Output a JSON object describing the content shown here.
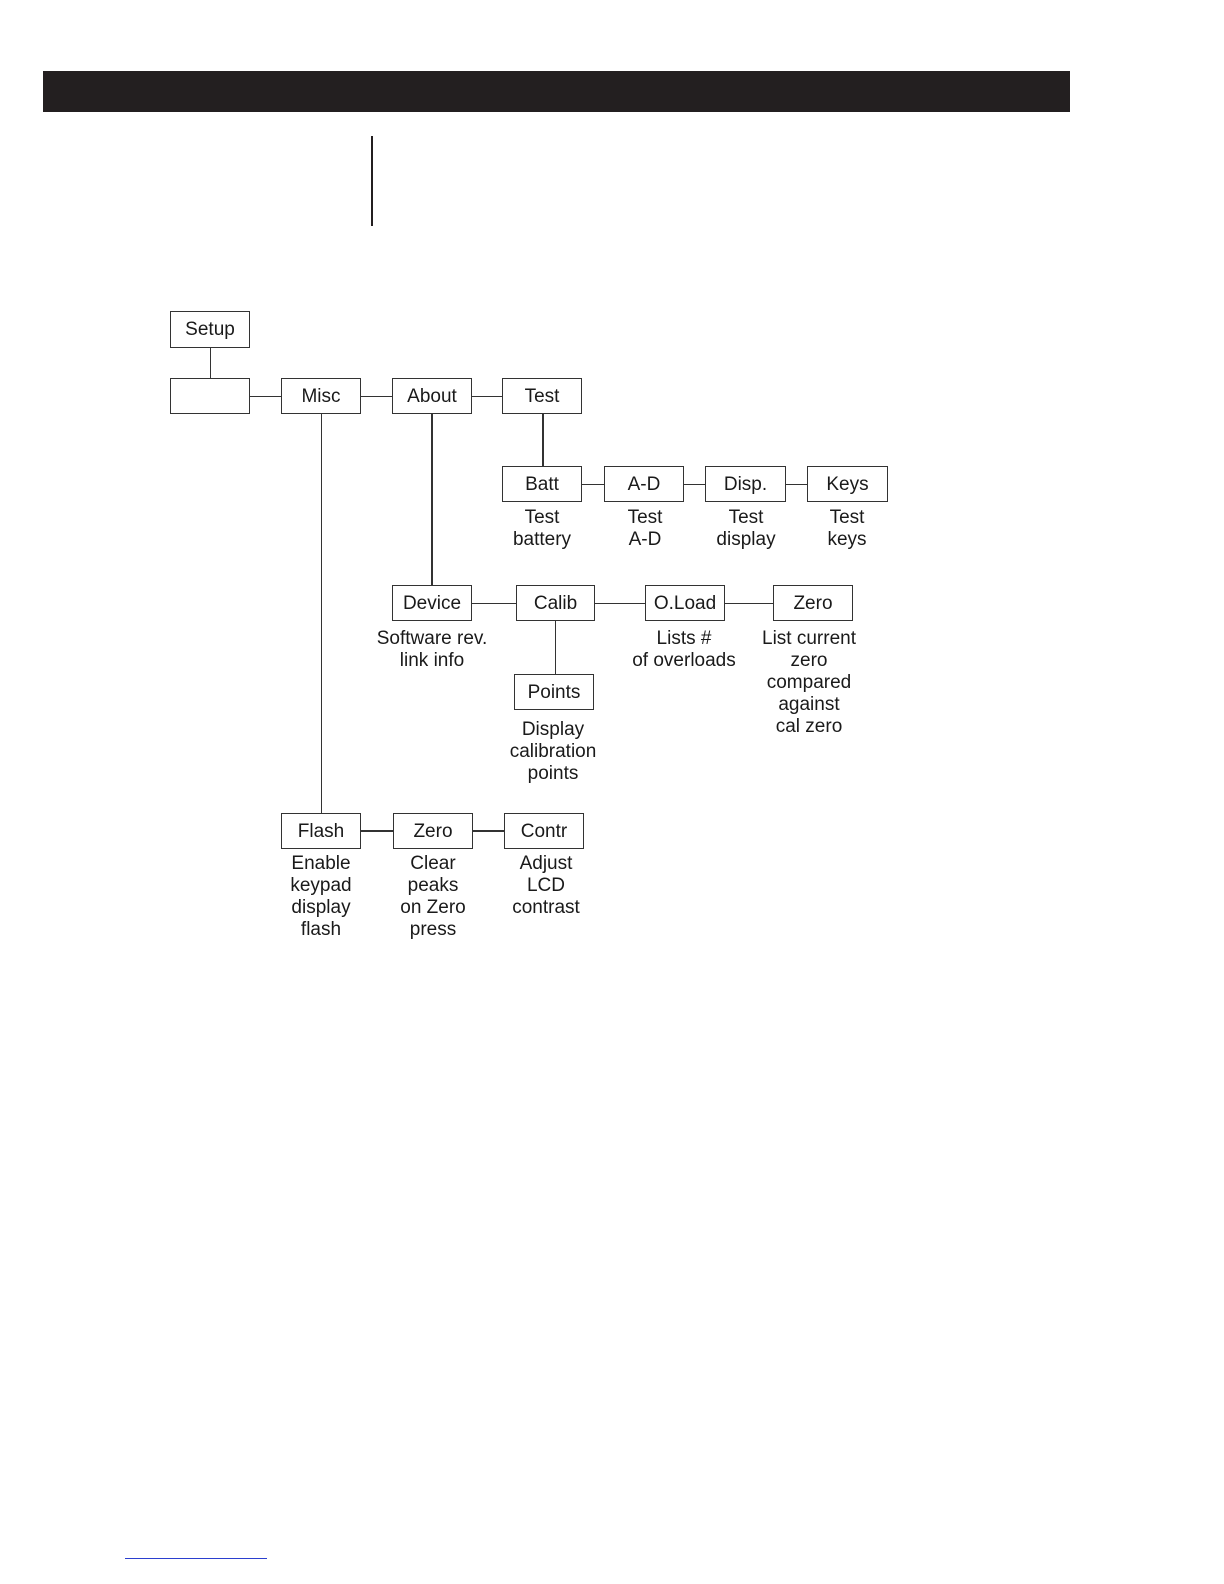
{
  "nodes": {
    "setup": "Setup",
    "blank": "",
    "misc": "Misc",
    "about": "About",
    "test": "Test",
    "batt": "Batt",
    "ad": "A-D",
    "disp": "Disp.",
    "keys": "Keys",
    "device": "Device",
    "calib": "Calib",
    "oload": "O.Load",
    "zero_about": "Zero",
    "points": "Points",
    "flash": "Flash",
    "zero_misc": "Zero",
    "contr": "Contr"
  },
  "descriptions": {
    "batt": "Test\nbattery",
    "ad": "Test\nA-D",
    "disp": "Test\ndisplay",
    "keys": "Test\nkeys",
    "device": "Software rev.\nlink info",
    "oload": "Lists #\nof overloads",
    "zero_about": "List current\nzero\ncompared\nagainst\ncal zero",
    "points": "Display\ncalibration\npoints",
    "flash": "Enable\nkeypad\ndisplay\nflash",
    "zero_misc": "Clear\npeaks\non Zero\npress",
    "contr": "Adjust\nLCD\ncontrast"
  }
}
